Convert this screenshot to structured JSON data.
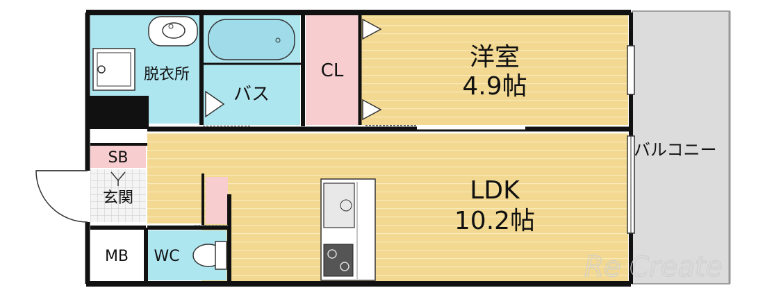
{
  "rooms": {
    "western": {
      "name": "洋室",
      "size": "4.9帖"
    },
    "ldk": {
      "name": "LDK",
      "size": "10.2帖"
    },
    "closet": "CL",
    "bath": "バス",
    "dressing": "脱衣所",
    "shoe_box": "SB",
    "entrance": "玄関",
    "meter_box": "MB",
    "toilet": "WC",
    "balcony": "バルコニー"
  },
  "watermark": "Re Create",
  "colors": {
    "wood": "#f2d890",
    "wood_stripe": "#f9eab9",
    "wet_area": "#aee6f0",
    "closet": "#f7cdcf",
    "balcony": "#dcdcdc",
    "wall": "#111111"
  }
}
